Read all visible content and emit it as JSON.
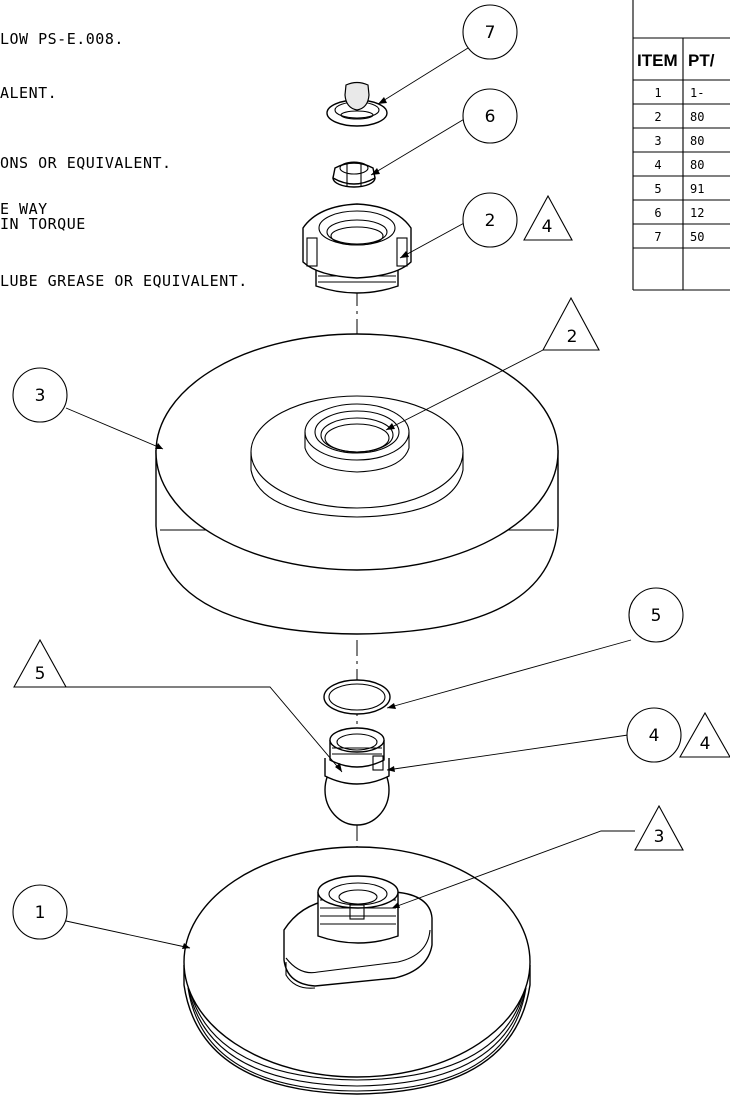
{
  "notes": [
    "LOW PS-E.008.",
    "ALENT.",
    "ONS OR EQUIVALENT.",
    "E WAY",
    "IN TORQUE",
    "LUBE GREASE OR EQUIVALENT."
  ],
  "table": {
    "headers": [
      "ITEM",
      "PT/"
    ],
    "rows": [
      [
        "1",
        "1-"
      ],
      [
        "2",
        "80"
      ],
      [
        "3",
        "80"
      ],
      [
        "4",
        "80"
      ],
      [
        "5",
        "91"
      ],
      [
        "6",
        "12"
      ],
      [
        "7",
        "50"
      ]
    ]
  },
  "balloons": {
    "b7": "7",
    "b6": "6",
    "b2": "2",
    "b3": "3",
    "b5": "5",
    "b4": "4",
    "b1": "1"
  },
  "flags": {
    "f4a": "4",
    "f2": "2",
    "f5": "5",
    "f4b": "4",
    "f3": "3"
  }
}
